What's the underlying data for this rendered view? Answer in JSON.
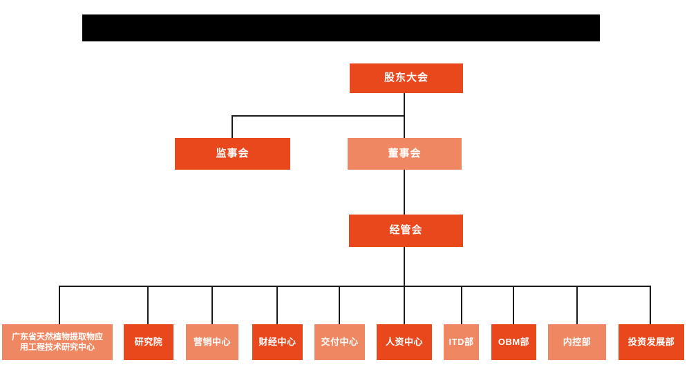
{
  "colors": {
    "primary_orange": "#E8481C",
    "secondary_salmon": "#EF8862",
    "connector": "#1A1A1A",
    "redaction": "#000000",
    "text": "#FFFFFF",
    "background": "#FFFFFF"
  },
  "org_chart": {
    "redacted_title": "",
    "root": {
      "label": "股东大会"
    },
    "level_2": [
      {
        "label": "监事会",
        "style": "primary"
      },
      {
        "label": "董事会",
        "style": "secondary"
      }
    ],
    "level_3": {
      "label": "经管会",
      "style": "primary"
    },
    "departments": [
      {
        "label": "广东省天然植物提取物应\n用工程技术研究中心",
        "style": "secondary"
      },
      {
        "label": "研究院",
        "style": "primary"
      },
      {
        "label": "营销中心",
        "style": "secondary"
      },
      {
        "label": "财经中心",
        "style": "primary"
      },
      {
        "label": "交付中心",
        "style": "secondary"
      },
      {
        "label": "人资中心",
        "style": "primary"
      },
      {
        "label": "ITD部",
        "style": "secondary"
      },
      {
        "label": "OBM部",
        "style": "primary"
      },
      {
        "label": "内控部",
        "style": "secondary"
      },
      {
        "label": "投资发展部",
        "style": "primary"
      }
    ]
  }
}
